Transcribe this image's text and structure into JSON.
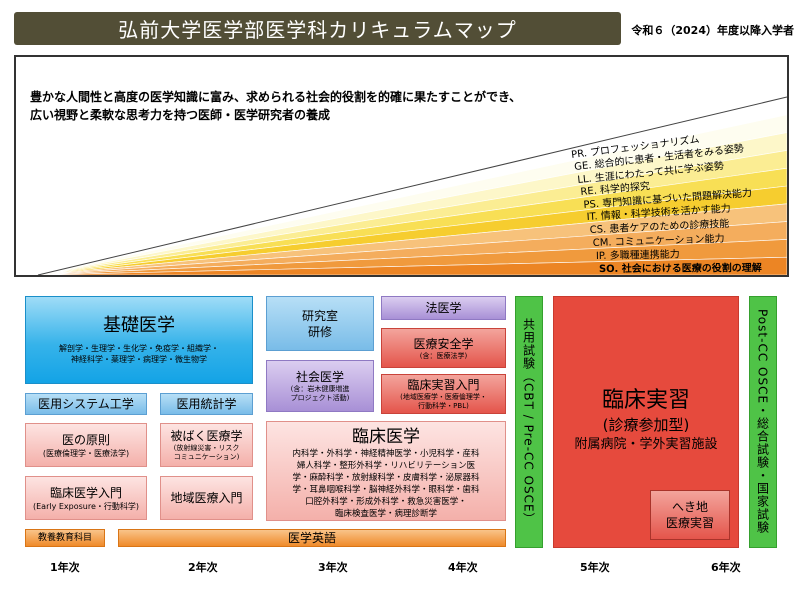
{
  "header": {
    "title": "弘前大学医学部医学科カリキュラムマップ",
    "note": "令和６（2024）年度以降入学者"
  },
  "goal": {
    "line1": "豊かな人間性と高度の医学知識に富み、求められる社会的役割を的確に果たすことができ、",
    "line2": "広い視野と柔軟な思考力を持つ医師・医学研究者の養成"
  },
  "competencies": [
    {
      "label": "PR. プロフェッショナリズム",
      "color": "#ffffff"
    },
    {
      "label": "GE. 総合的に患者・生活者をみる姿勢",
      "color": "#fefdf0"
    },
    {
      "label": "LL. 生涯にわたって共に学ぶ姿勢",
      "color": "#fdf7c9"
    },
    {
      "label": "RE. 科学的探究",
      "color": "#fbed93"
    },
    {
      "label": "PS. 専門知識に基づいた問題解決能力",
      "color": "#f8df55"
    },
    {
      "label": "IT. 情報・科学技術を活かす能力",
      "color": "#f6cd2f"
    },
    {
      "label": "CS. 患者ケアのための診療技能",
      "color": "#f7c27b"
    },
    {
      "label": "CM. コミュニケーション能力",
      "color": "#f4ad5d"
    },
    {
      "label": "IP. 多職種連携能力",
      "color": "#f09a3d"
    },
    {
      "label": "SO. 社会における医療の役割の理解",
      "color": "#ec8524"
    }
  ],
  "courses": {
    "kiso": {
      "title": "基礎医学",
      "sub1": "解剖学・生理学・生化学・免疫学・組織学・",
      "sub2": "神経科学・薬理学・病理学・微生物学"
    },
    "system": {
      "title": "医用システム工学"
    },
    "stats": {
      "title": "医用統計学"
    },
    "genri": {
      "title": "医の原則",
      "sub": "(医療倫理学・医療法学)"
    },
    "hibaku": {
      "title": "被ばく医療学",
      "sub1": "(放射線災害・リスク",
      "sub2": "コミュニケーション)"
    },
    "rinsho_intro": {
      "title": "臨床医学入門",
      "sub": "(Early Exposure・行動科学)"
    },
    "chiiki_intro": {
      "title": "地域医療入門"
    },
    "kyoyo": {
      "title": "教養教育科目"
    },
    "eigo": {
      "title": "医学英語"
    },
    "kenkyu": {
      "title1": "研究室",
      "title2": "研修"
    },
    "shakai": {
      "title": "社会医学",
      "sub1": "(含：岩木健康増進",
      "sub2": "プロジェクト活動)"
    },
    "rinsho": {
      "title": "臨床医学",
      "lines": [
        "内科学・外科学・神経精神医学・小児科学・産科",
        "婦人科学・整形外科学・リハビリテーション医",
        "学・麻酔科学・放射線科学・皮膚科学・泌尿器科",
        "学・耳鼻咽喉科学・脳神経外科学・眼科学・歯科",
        "口腔外科学・形成外科学・救急災害医学・",
        "臨床検査医学・病理診断学"
      ]
    },
    "hou": {
      "title": "法医学"
    },
    "anzen": {
      "title": "医療安全学",
      "sub": "(含：医療法学)"
    },
    "jisshu_intro": {
      "title": "臨床実習入門",
      "sub1": "(地域医療学・医療倫理学・",
      "sub2": "行動科学・PBL)"
    },
    "kyoyo_exam": {
      "title": "共用試験（CBT / Pre-CC OSCE）"
    },
    "jisshu": {
      "title": "臨床実習",
      "sub": "(診療参加型)",
      "place": "附属病院・学外実習施設"
    },
    "hekichi": {
      "title1": "へき地",
      "title2": "医療実習"
    },
    "final_exam": {
      "title": "Post-CC OSCE・総合試験・国家試験"
    }
  },
  "years": [
    "1年次",
    "2年次",
    "3年次",
    "4年次",
    "5年次",
    "6年次"
  ]
}
